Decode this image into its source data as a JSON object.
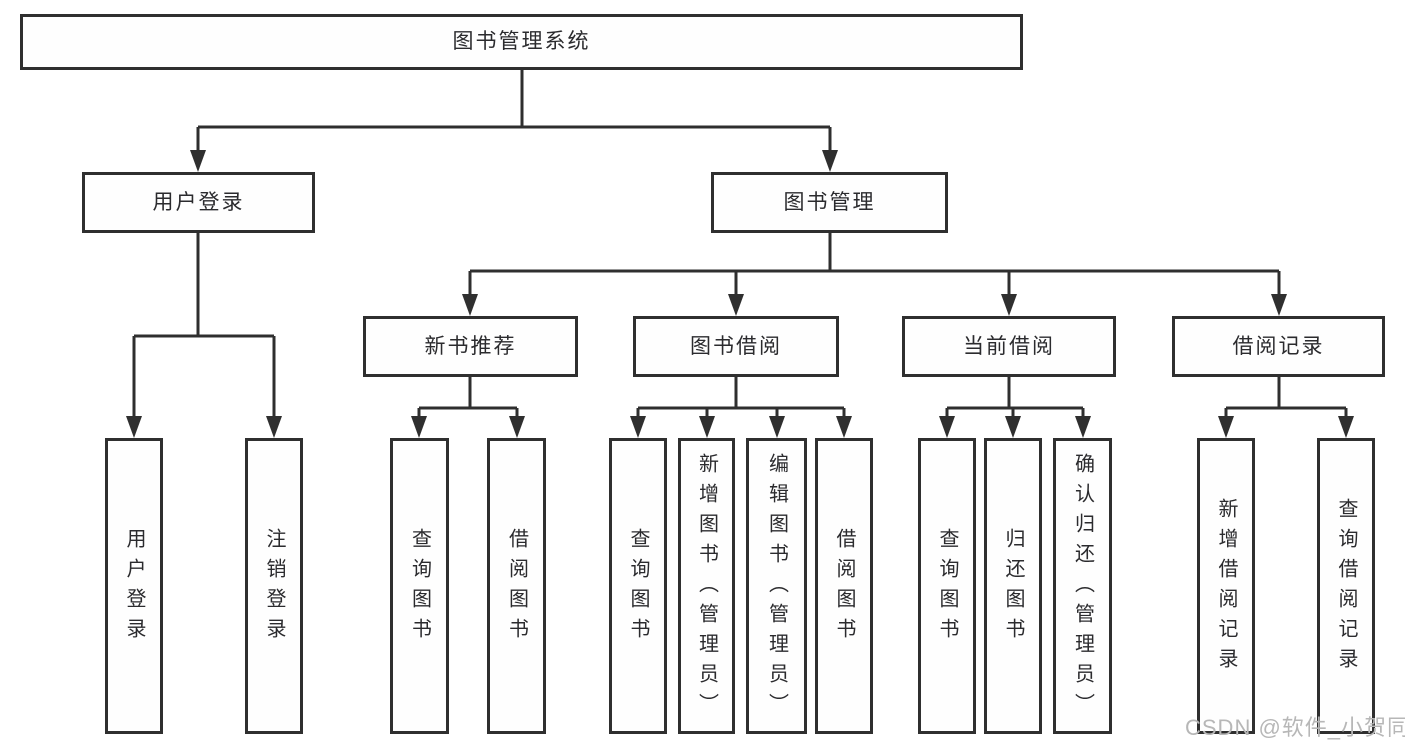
{
  "tree": {
    "root": "图书管理系统",
    "branches": [
      {
        "label": "用户登录",
        "children": [
          "用户登录",
          "注销登录"
        ]
      },
      {
        "label": "图书管理",
        "groups": [
          {
            "label": "新书推荐",
            "children": [
              "查询图书",
              "借阅图书"
            ]
          },
          {
            "label": "图书借阅",
            "children": [
              "查询图书",
              "新增图书（管理员）",
              "编辑图书（管理员）",
              "借阅图书"
            ]
          },
          {
            "label": "当前借阅",
            "children": [
              "查询图书",
              "归还图书",
              "确认归还（管理员）"
            ]
          },
          {
            "label": "借阅记录",
            "children": [
              "新增借阅记录",
              "查询借阅记录"
            ]
          }
        ]
      }
    ]
  },
  "watermark": {
    "text": "CSDN @软件_小贺同学"
  },
  "colors": {
    "line": "#2f2f2f",
    "text": "#2b2b2e",
    "watermark": "#b7b7b7",
    "background": "#ffffff"
  }
}
